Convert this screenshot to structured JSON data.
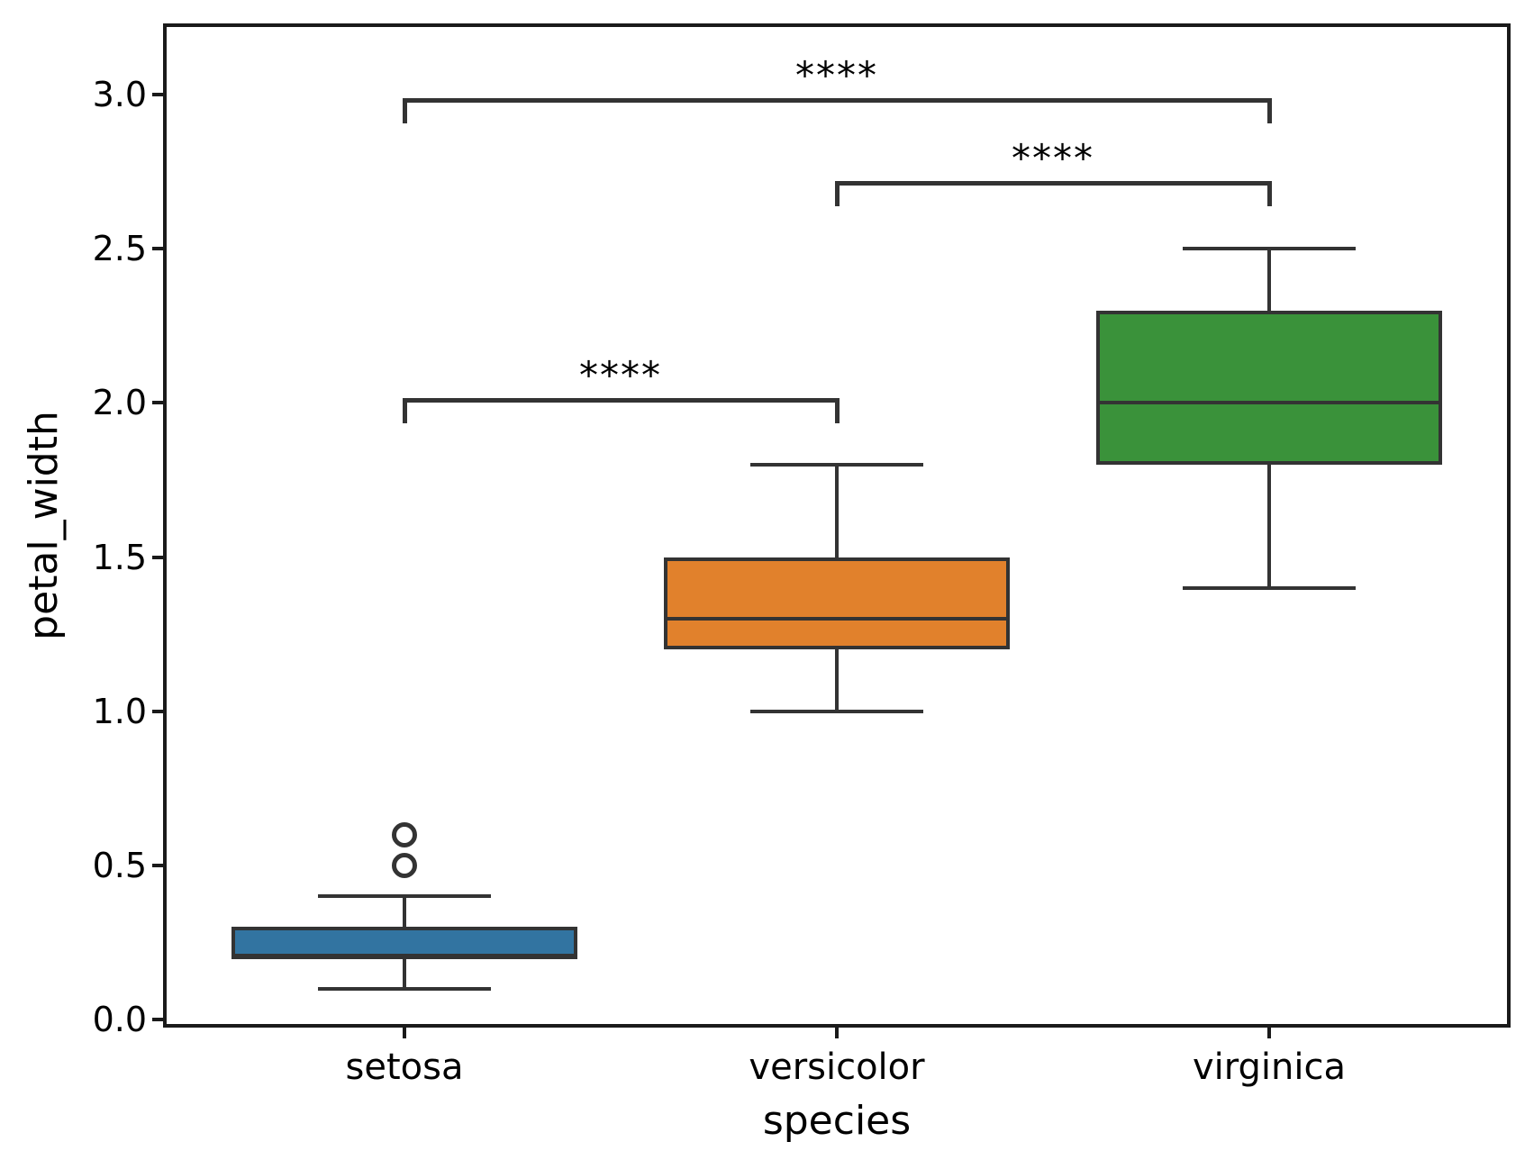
{
  "page": {
    "background": "#ffffff"
  },
  "chart_data": {
    "type": "box",
    "title": "",
    "xlabel": "species",
    "ylabel": "petal_width",
    "categories": [
      "setosa",
      "versicolor",
      "virginica"
    ],
    "series_colors": [
      "#3274a1",
      "#e1812c",
      "#3a923a"
    ],
    "edge_colors": {
      "spine": "#1a1a1a",
      "box_edge": "#333333",
      "bracket": "#333333",
      "text": "#000000"
    },
    "grid": false,
    "legend": null,
    "xlim": [
      -0.55,
      2.55
    ],
    "ylim": [
      -0.015,
      3.22
    ],
    "yticks": [
      0.0,
      0.5,
      1.0,
      1.5,
      2.0,
      2.5,
      3.0
    ],
    "ytick_labels": [
      "0.0",
      "0.5",
      "1.0",
      "1.5",
      "2.0",
      "2.5",
      "3.0"
    ],
    "boxes": [
      {
        "category": "setosa",
        "whisker_low": 0.1,
        "q1": 0.2,
        "median": 0.2,
        "q3": 0.3,
        "whisker_high": 0.4,
        "outliers": [
          0.5,
          0.6
        ]
      },
      {
        "category": "versicolor",
        "whisker_low": 1.0,
        "q1": 1.2,
        "median": 1.3,
        "q3": 1.5,
        "whisker_high": 1.8,
        "outliers": []
      },
      {
        "category": "virginica",
        "whisker_low": 1.4,
        "q1": 1.8,
        "median": 2.0,
        "q3": 2.3,
        "whisker_high": 2.5,
        "outliers": []
      }
    ],
    "annotations": [
      {
        "group1": "setosa",
        "group2": "versicolor",
        "label": "****",
        "y": 2.015
      },
      {
        "group1": "versicolor",
        "group2": "virginica",
        "label": "****",
        "y": 2.72
      },
      {
        "group1": "setosa",
        "group2": "virginica",
        "label": "****",
        "y": 2.99
      }
    ]
  }
}
